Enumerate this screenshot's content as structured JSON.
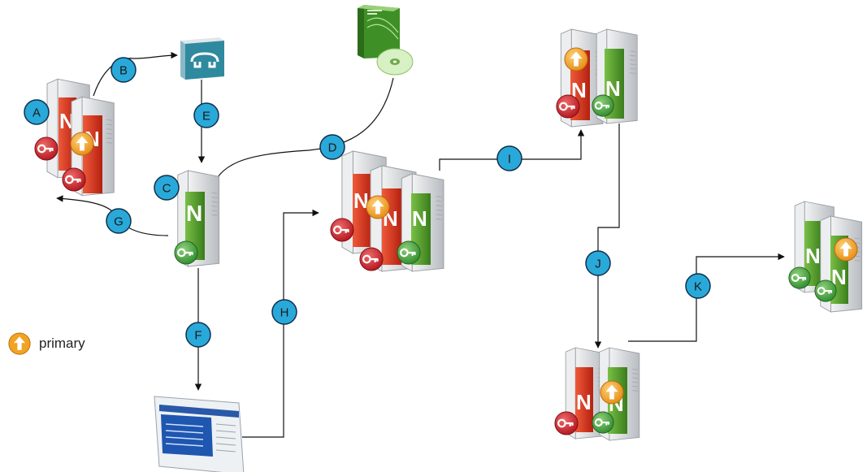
{
  "step_labels": {
    "A": "A",
    "B": "B",
    "C": "C",
    "D": "D",
    "E": "E",
    "F": "F",
    "G": "G",
    "H": "H",
    "I": "I",
    "J": "J",
    "K": "K"
  },
  "server_letter": "N",
  "legend": {
    "icon": "primary-up-arrow-icon",
    "label": "primary"
  },
  "colors": {
    "badge_fill": "#29a9d9",
    "badge_stroke": "#0f2f4a",
    "red_server": "#d93a1e",
    "green_server": "#4e9b2a",
    "gray_server": "#d8dadc",
    "primary_badge": "#f2a322",
    "key_red": "#c8202a",
    "key_green": "#3f9a3a",
    "device_teal": "#2a8aa0",
    "box_green": "#3d8a2a"
  }
}
